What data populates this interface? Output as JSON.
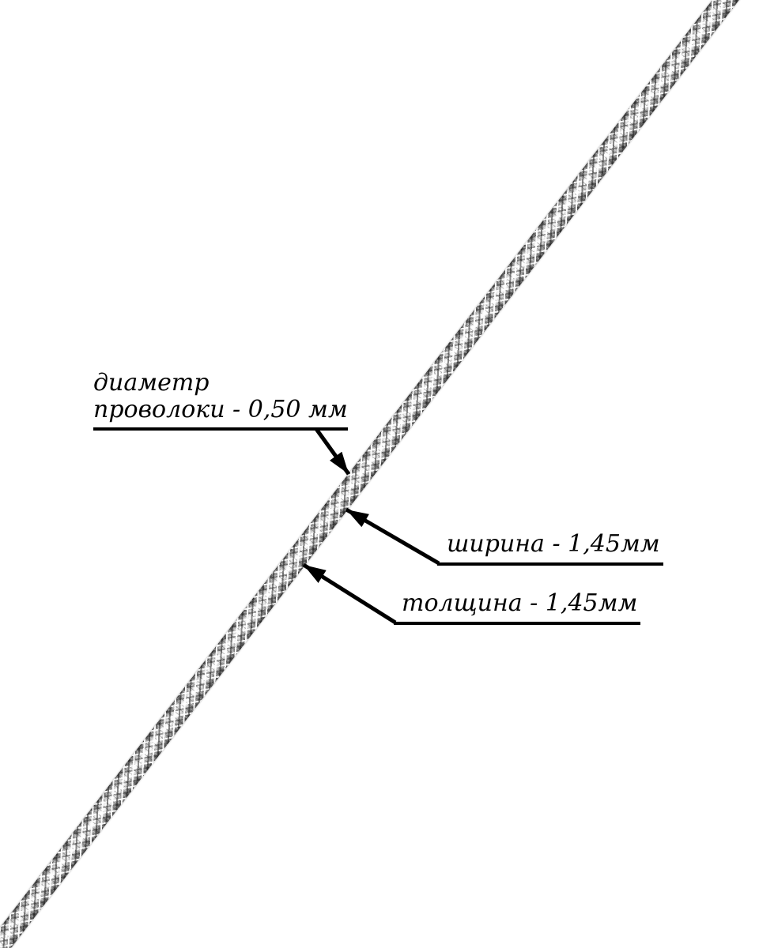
{
  "colors": {
    "ink": "#000000",
    "paper": "#ffffff",
    "chain-highlight": "#f6f6f6",
    "chain-mid": "#a9a9a9",
    "chain-shadow": "#4e4e4e"
  },
  "chain": {
    "semantic": "silver-snake-chain-photo"
  },
  "annotations": {
    "wire_diameter": {
      "line1": "диаметр",
      "line2": "проволоки - 0,50 мм"
    },
    "width": {
      "label": "ширина - 1,45мм"
    },
    "thickness": {
      "label": "толщина - 1,45мм"
    }
  }
}
